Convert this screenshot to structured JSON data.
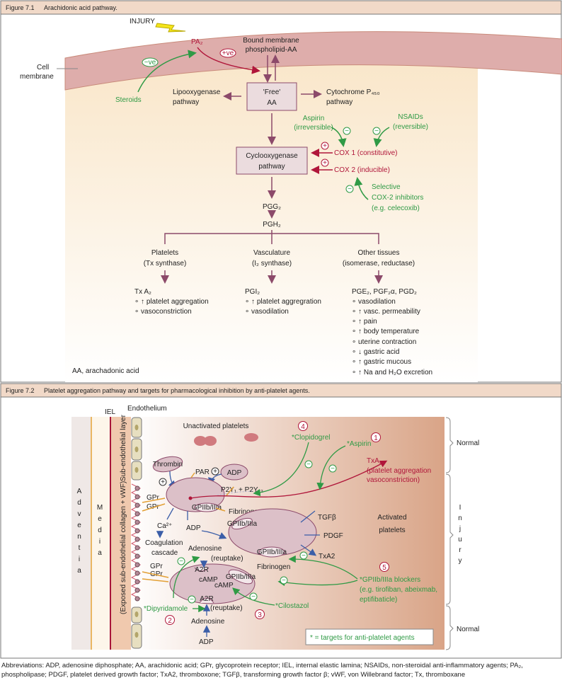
{
  "fig1": {
    "caption_num": "Figure 7.1",
    "caption": "Arachidonic acid pathway.",
    "injury": "INJURY",
    "pa2": "PA₂",
    "plus_ve": "+ve",
    "minus_ve": "−ve",
    "steroids": "Steroids",
    "cell_membrane": [
      "Cell",
      "membrane"
    ],
    "bound": [
      "Bound membrane",
      "phospholipid-AA"
    ],
    "free_aa": [
      "'Free'",
      "AA"
    ],
    "lipoxygenase": [
      "Lipooxygenase",
      "pathway"
    ],
    "cytochrome": [
      "Cytochrome P₄₅₀",
      "pathway"
    ],
    "aspirin": [
      "Aspirin",
      "(irreversible)"
    ],
    "nsaids": [
      "NSAIDs",
      "(reversible)"
    ],
    "cox1": "COX 1 (constitutive)",
    "cox2": "COX 2 (inducible)",
    "cox_path": [
      "Cyclooxygenase",
      "pathway"
    ],
    "selective": [
      "Selective",
      "COX-2 inhibitors",
      "(e.g. celecoxib)"
    ],
    "minus": "−",
    "plus": "+",
    "pgg2": "PGG₂",
    "pgh2": "PGH₂",
    "branches": [
      {
        "title": [
          "Platelets",
          "(Tx synthase)"
        ],
        "product": "Tx A₂",
        "effects": [
          "∘ ↑ platelet aggregation",
          "∘ vasoconstriction"
        ]
      },
      {
        "title": [
          "Vasculature",
          "(I₂ synthase)"
        ],
        "product": "PGI₂",
        "effects": [
          "∘ ↑ platelet aggregration",
          "∘ vasodilation"
        ]
      },
      {
        "title": [
          "Other tissues",
          "(isomerase, reductase)"
        ],
        "product": "PGE₂, PGF₂α, PGD₂",
        "effects": [
          "∘ vasodilation",
          "∘ ↑ vasc. permeability",
          "∘ ↑ pain",
          "∘ ↑ body temperature",
          "∘ uterine contraction",
          "∘ ↓ gastric acid",
          "∘ ↑ gastric mucous",
          "∘ ↑ Na and H₂O excretion"
        ]
      }
    ],
    "footnote": "AA, arachadonic acid"
  },
  "fig2": {
    "caption_num": "Figure 7.2",
    "caption": "Platelet aggregation pathway and targets for pharmacological inhibition by anti-platelet agents.",
    "endothelium": "Endothelium",
    "iel": "IEL",
    "adventitia": [
      "A",
      "d",
      "v",
      "e",
      "n",
      "t",
      "i",
      "a"
    ],
    "media": [
      "M",
      "e",
      "d",
      "i",
      "a"
    ],
    "subendo": "Sub-endothelial layer",
    "exposed": "(Exposed sub-endothelial collagen + vWF)",
    "unactivated": "Unactivated platelets",
    "thrombin": "Thrombin",
    "par": "PAR",
    "adp": "ADP",
    "p2y": "P2Y₁ + P2Y₁₂",
    "gpr": "GPr",
    "gp": "GPIIb/IIIa",
    "fibrinogen": "Fibrinogen",
    "ca": "Ca²⁺",
    "coag": [
      "Coagulation",
      "cascade"
    ],
    "adenosine": "Adenosine",
    "reuptake": "(reuptake)",
    "a2r": "A2R",
    "camp": "cAMP",
    "tgfb": "TGFβ",
    "pdgf": "PDGF",
    "txa2": "TxA2",
    "activated": [
      "Activated",
      "platelets"
    ],
    "txa2_effect": [
      "TxA₂",
      "(platelet aggregation",
      "vasoconstriction)"
    ],
    "drugs": {
      "n1": "1",
      "aspirin": "*Aspirin",
      "n2": "2",
      "dipyridamole": "*Dipyridamole",
      "n3": "3",
      "cilostazol": "*Cilostazol",
      "n4": "4",
      "clopidogrel": "*Clopidogrel",
      "n5": "5",
      "gp_blockers": [
        "*GPIIb/IIIa blockers",
        "(e.g. tirofiban, abeixmab,",
        "eptifibaticle)"
      ]
    },
    "legend": "* = targets for anti-platelet agents",
    "normal": "Normal",
    "injury": [
      "I",
      "n",
      "j",
      "u",
      "r",
      "y"
    ]
  },
  "abbreviations": "Abbreviations: ADP, adenosine diphosphate; AA, arachidonic acid; GPr, glycoprotein receptor; IEL, internal elastic lamina; NSAIDs, non-steroidal anti-inflammatory agents; PA₂, phospholipase; PDGF, platelet derived growth factor; TxA2, thromboxone; TGFβ, transforming growth factor β; vWF, von Willebrand factor; Tx, thromboxane",
  "colors": {
    "header": "#f1d9c8",
    "membrane": "#deadab",
    "cream": "#faeedb",
    "arrow": "#8c4a6a",
    "green": "#2f9a45",
    "red": "#b0163a",
    "blue": "#3b5ea8",
    "orange": "#e3a035",
    "platelet": "#dcc0c8"
  }
}
